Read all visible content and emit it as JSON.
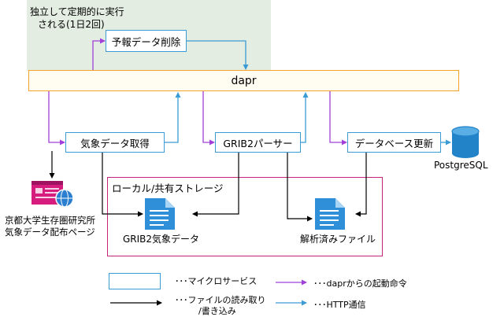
{
  "colors": {
    "microservice_border": "#3a9bd5",
    "dapr_border": "#f5a42a",
    "dapr_fill": "#fffdf2",
    "storage_border": "#c8237a",
    "purple_arrow": "#a040d8",
    "blue_arrow": "#3a9bd5",
    "black_arrow": "#000000",
    "periodic_area": "#e3ede1",
    "postgres": "#2383c8",
    "file_icon": "#2f8fd8"
  },
  "periodic": {
    "label_line1": "独立して定期的に実行",
    "label_line2": "される(1日2回)"
  },
  "services": {
    "forecast_delete": "予報データ削除",
    "weather_fetch": "気象データ取得",
    "grib2_parser": "GRIB2パーサー",
    "db_update": "データベース更新"
  },
  "dapr": {
    "label": "dapr"
  },
  "postgres": {
    "label": "PostgreSQL",
    "icon": "database-cylinder"
  },
  "kyoto": {
    "line1": "京都大学生存圏研究所",
    "line2": "気象データ配布ページ",
    "icon": "web-page-globe"
  },
  "storage": {
    "title": "ローカル/共有ストレージ",
    "grib2_file": "GRIB2気象データ",
    "parsed_file": "解析済みファイル",
    "file_icon": "document"
  },
  "legend": {
    "microservice": "･･･マイクロサービス",
    "dapr_command": "･･･daprからの起動命令",
    "file_rw_line1": "･･･ファイルの読み取り",
    "file_rw_line2": "/書き込み",
    "http": "･･･HTTP通信"
  }
}
